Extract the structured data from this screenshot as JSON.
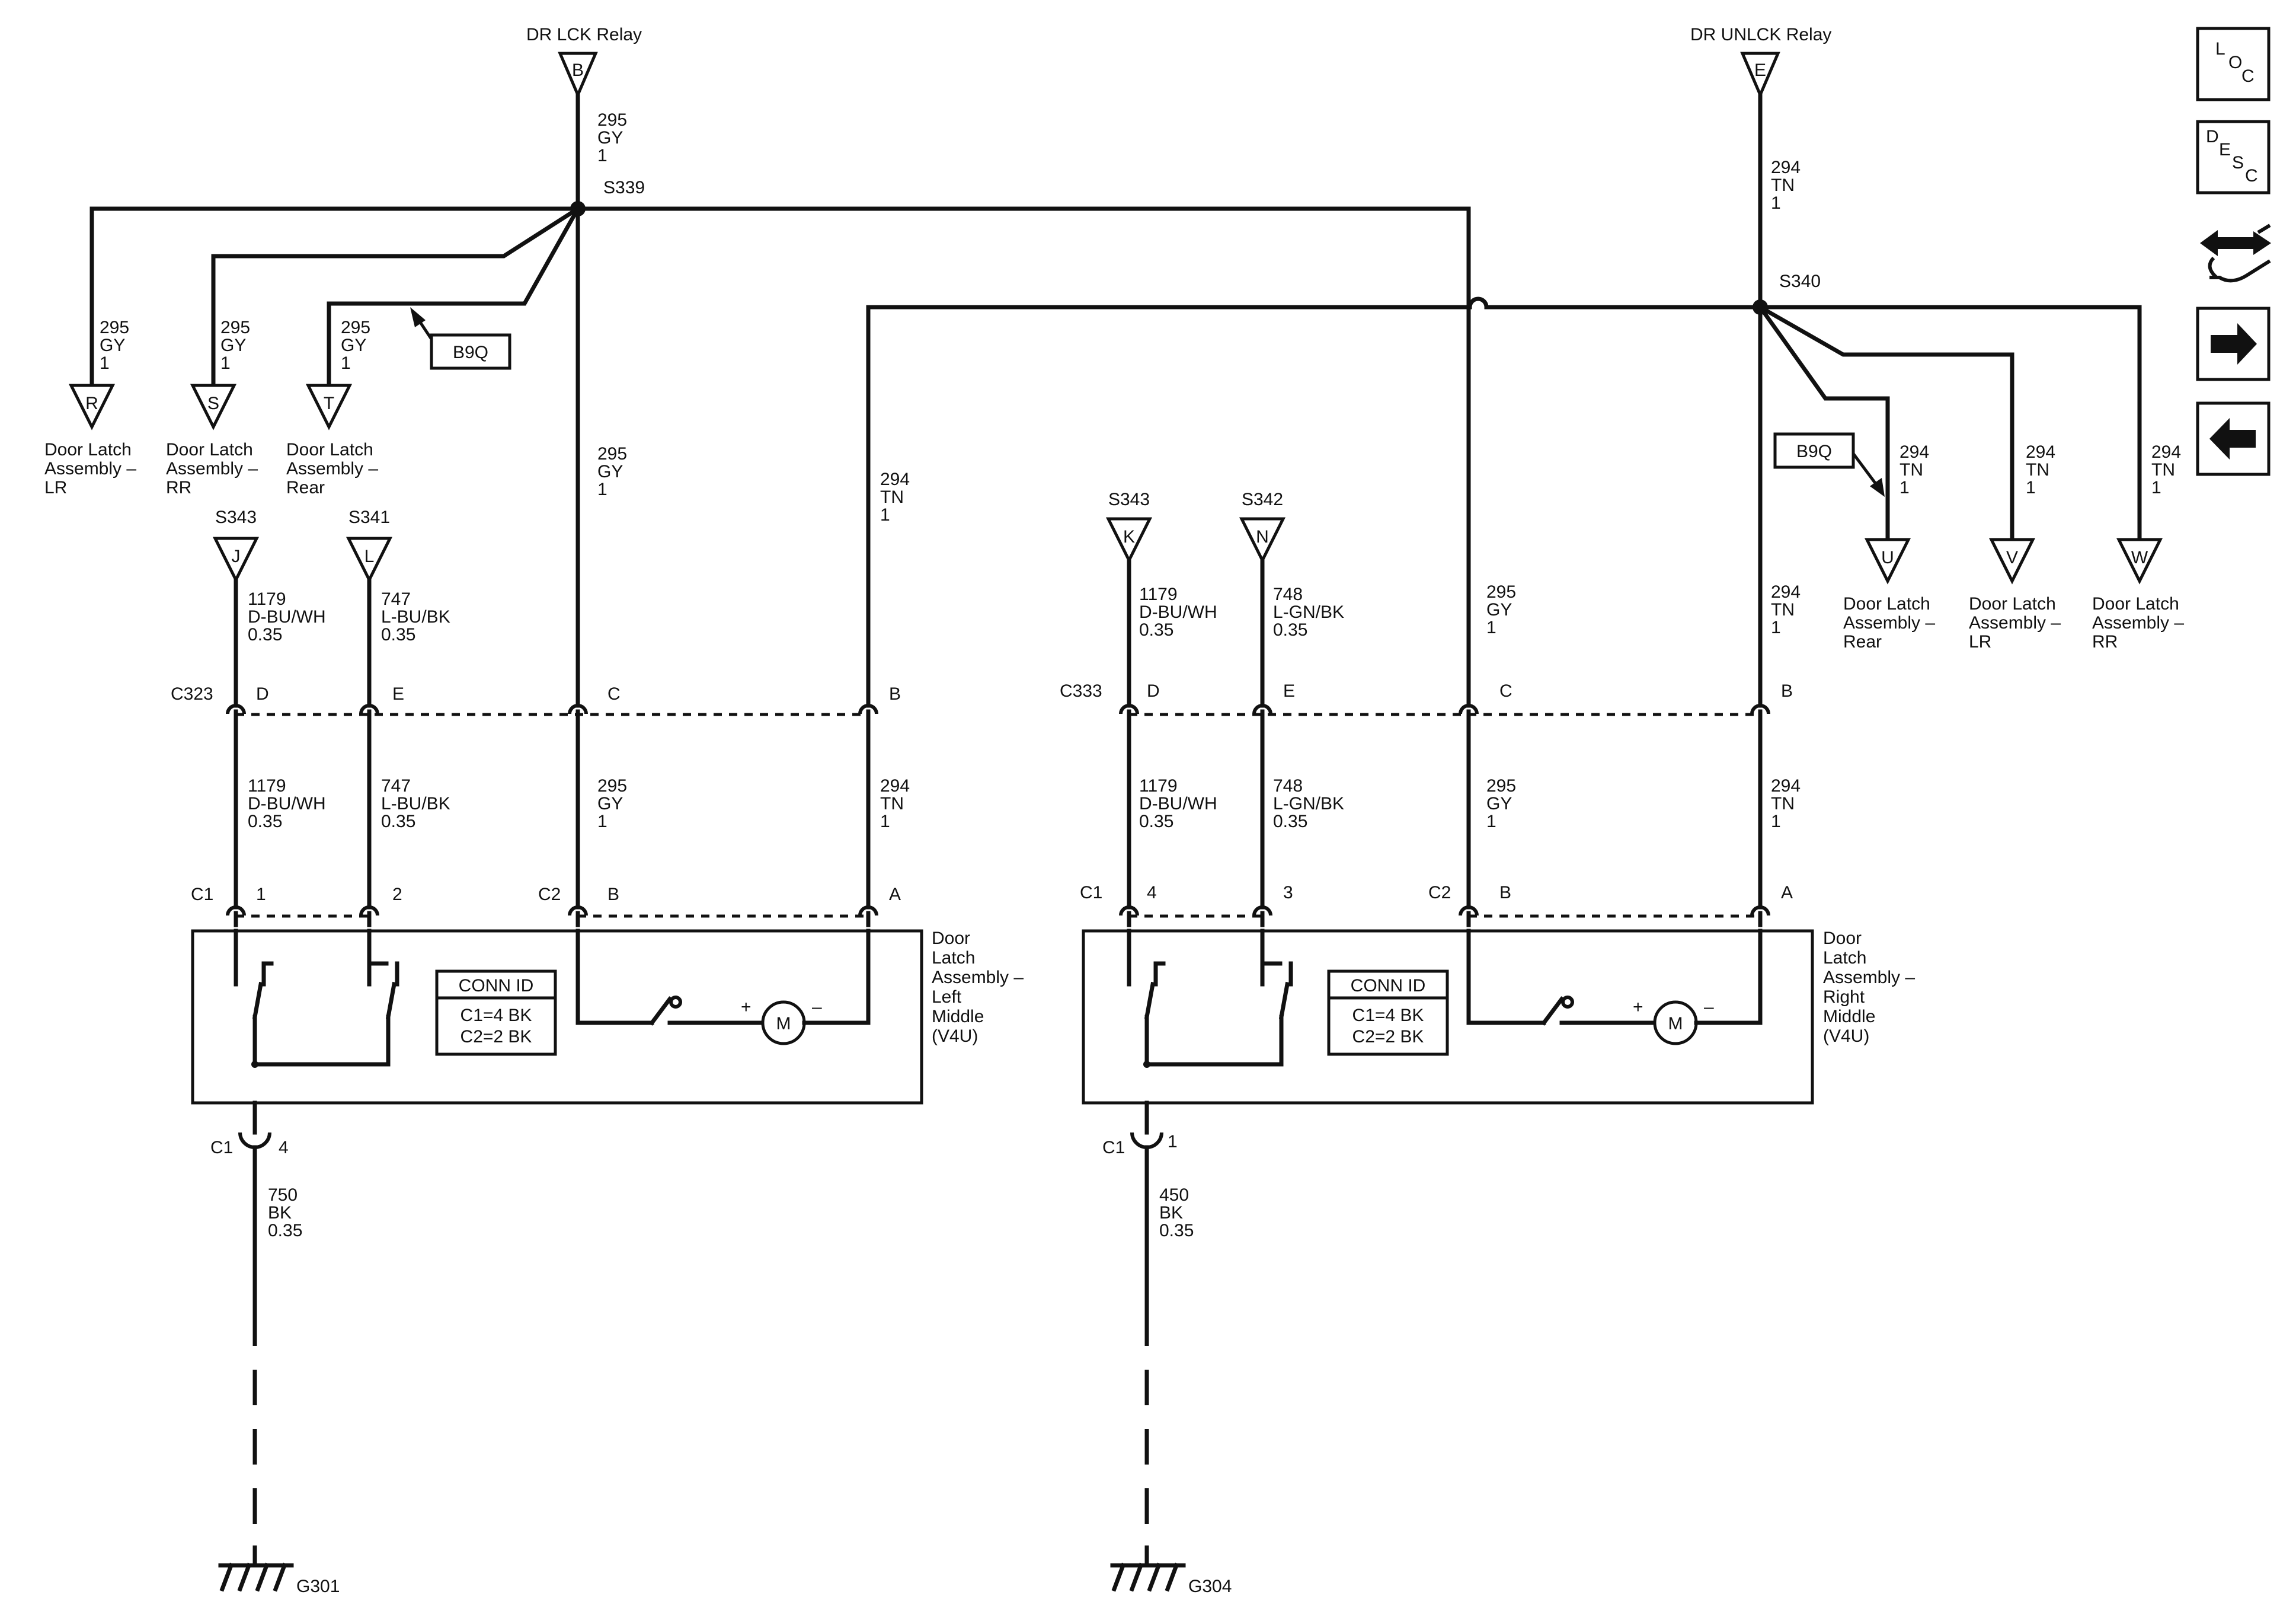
{
  "relays": {
    "lock": {
      "title": "DR LCK Relay",
      "letter": "B"
    },
    "unlock": {
      "title": "DR UNLCK Relay",
      "letter": "E"
    }
  },
  "splices": {
    "s339": "S339",
    "s340": "S340"
  },
  "wire_labels": {
    "gy295": [
      "295",
      "GY",
      "1"
    ],
    "tn294": [
      "294",
      "TN",
      "1"
    ],
    "w1179": [
      "1179",
      "D-BU/WH",
      "0.35"
    ],
    "w747": [
      "747",
      "L-BU/BK",
      "0.35"
    ],
    "w748": [
      "748",
      "L-GN/BK",
      "0.35"
    ],
    "w750": [
      "750",
      "BK",
      "0.35"
    ],
    "w450": [
      "450",
      "BK",
      "0.35"
    ]
  },
  "offpage_left": [
    {
      "letter": "R",
      "label": [
        "Door Latch",
        "Assembly –",
        "LR"
      ]
    },
    {
      "letter": "S",
      "label": [
        "Door Latch",
        "Assembly –",
        "RR"
      ]
    },
    {
      "letter": "T",
      "label": [
        "Door Latch",
        "Assembly –",
        "Rear"
      ]
    }
  ],
  "offpage_right": [
    {
      "letter": "U",
      "label": [
        "Door Latch",
        "Assembly –",
        "Rear"
      ]
    },
    {
      "letter": "V",
      "label": [
        "Door Latch",
        "Assembly –",
        "LR"
      ]
    },
    {
      "letter": "W",
      "label": [
        "Door Latch",
        "Assembly –",
        "RR"
      ]
    }
  ],
  "option_tag": "B9Q",
  "inputs_left": [
    {
      "splice": "S343",
      "letter": "J"
    },
    {
      "splice": "S341",
      "letter": "L"
    }
  ],
  "inputs_right": [
    {
      "splice": "S343",
      "letter": "K"
    },
    {
      "splice": "S342",
      "letter": "N"
    }
  ],
  "connectors": {
    "c323": "C323",
    "c333": "C333",
    "c1": "C1",
    "c2": "C2",
    "pins_inline": [
      "D",
      "E",
      "C",
      "B"
    ],
    "pins_left_c1": [
      "1",
      "2"
    ],
    "pins_right_c1": [
      "4",
      "3"
    ],
    "pins_c2": [
      "B",
      "A"
    ],
    "ground_pin_left": "4",
    "ground_pin_right": "1"
  },
  "components": {
    "left": [
      "Door",
      "Latch",
      "Assembly –",
      "Left",
      "Middle",
      "(V4U)"
    ],
    "right": [
      "Door",
      "Latch",
      "Assembly –",
      "Right",
      "Middle",
      "(V4U)"
    ],
    "conn_id_title": "CONN ID",
    "conn_id_lines": [
      "C1=4 BK",
      "C2=2 BK"
    ],
    "motor": "M",
    "plus": "+",
    "minus": "–"
  },
  "grounds": {
    "left": "G301",
    "right": "G304"
  },
  "side_icons": {
    "loc": [
      "L",
      "O",
      "C"
    ],
    "desc": [
      "D",
      "E",
      "S",
      "C"
    ],
    "icons": [
      "connector-icon",
      "arrow-right-icon",
      "arrow-left-icon"
    ]
  }
}
